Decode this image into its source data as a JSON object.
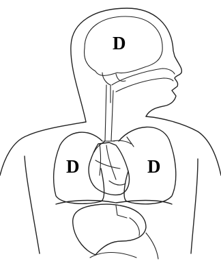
{
  "diagram": {
    "labels": {
      "brain": "D",
      "left_lung": "D",
      "right_lung": "D"
    },
    "line_color": "#222222",
    "background": "#ffffff"
  }
}
